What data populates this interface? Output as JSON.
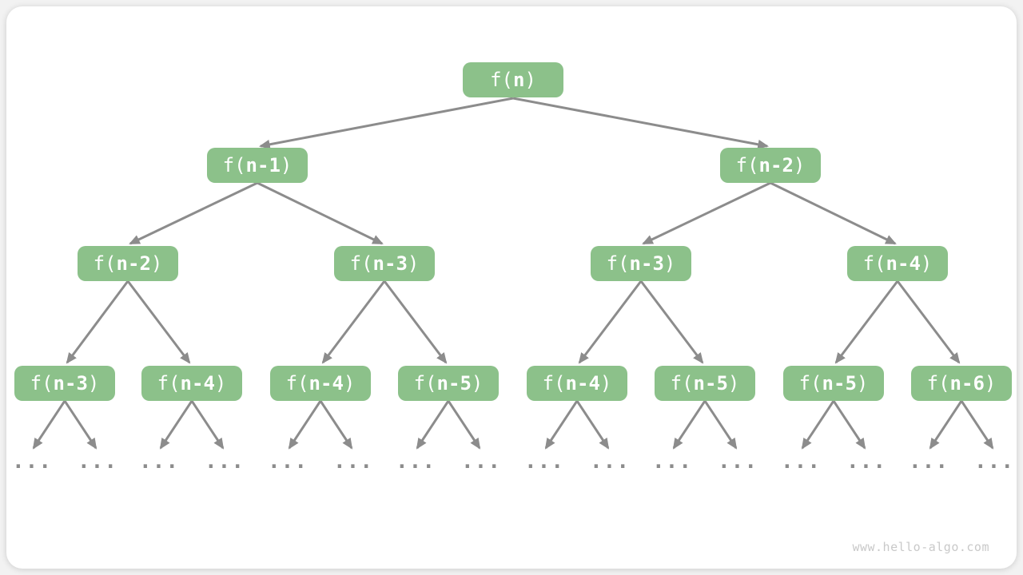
{
  "figure": {
    "watermark": "www.hello-algo.com",
    "ellipsis": "...",
    "colors": {
      "node_fill": "#8CC18A",
      "node_text": "#FFFFFF",
      "edge": "#8C8C8C",
      "ellipsis": "#8C8C8C",
      "watermark": "#C9C9C9",
      "card_background": "#FFFFFF",
      "page_background": "#F2F2F2"
    },
    "nodes": [
      {
        "level": 1,
        "pre": "f(",
        "arg": "n",
        "post": ")"
      },
      {
        "level": 2,
        "pre": "f(",
        "arg": "n-1",
        "post": ")"
      },
      {
        "level": 2,
        "pre": "f(",
        "arg": "n-2",
        "post": ")"
      },
      {
        "level": 3,
        "pre": "f(",
        "arg": "n-2",
        "post": ")"
      },
      {
        "level": 3,
        "pre": "f(",
        "arg": "n-3",
        "post": ")"
      },
      {
        "level": 3,
        "pre": "f(",
        "arg": "n-3",
        "post": ")"
      },
      {
        "level": 3,
        "pre": "f(",
        "arg": "n-4",
        "post": ")"
      },
      {
        "level": 4,
        "pre": "f(",
        "arg": "n-3",
        "post": ")"
      },
      {
        "level": 4,
        "pre": "f(",
        "arg": "n-4",
        "post": ")"
      },
      {
        "level": 4,
        "pre": "f(",
        "arg": "n-4",
        "post": ")"
      },
      {
        "level": 4,
        "pre": "f(",
        "arg": "n-5",
        "post": ")"
      },
      {
        "level": 4,
        "pre": "f(",
        "arg": "n-4",
        "post": ")"
      },
      {
        "level": 4,
        "pre": "f(",
        "arg": "n-5",
        "post": ")"
      },
      {
        "level": 4,
        "pre": "f(",
        "arg": "n-5",
        "post": ")"
      },
      {
        "level": 4,
        "pre": "f(",
        "arg": "n-6",
        "post": ")"
      }
    ]
  }
}
